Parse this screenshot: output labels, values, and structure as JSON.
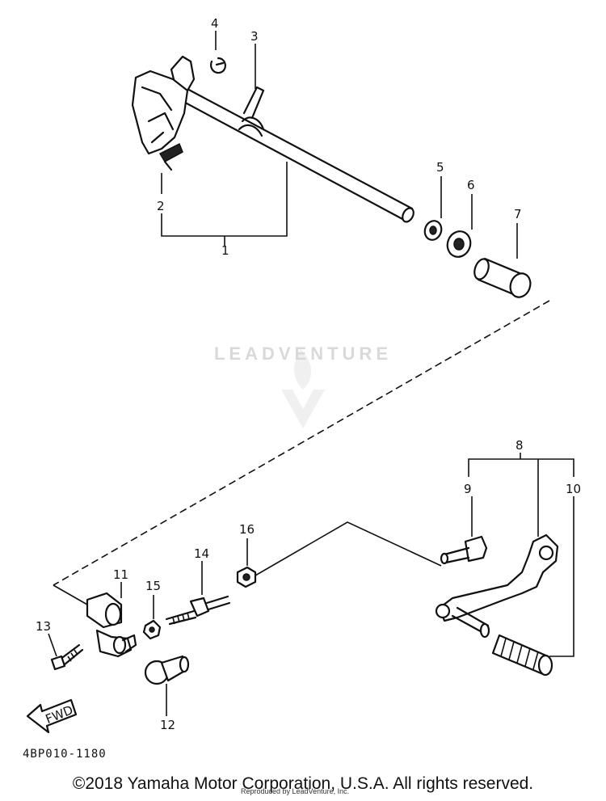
{
  "diagram": {
    "part_labels": [
      "1",
      "2",
      "3",
      "4",
      "5",
      "6",
      "7",
      "8",
      "9",
      "10",
      "11",
      "12",
      "13",
      "14",
      "15",
      "16"
    ],
    "drawing_code": "4BP010-1180",
    "fwd_label": "FWD"
  },
  "footer": {
    "copyright": "©2018 Yamaha Motor Corporation, U.S.A. All rights reserved.",
    "reproduced": "Reproduced by LeadVenture, Inc."
  },
  "watermark": {
    "brand": "LEADVENTURE"
  }
}
